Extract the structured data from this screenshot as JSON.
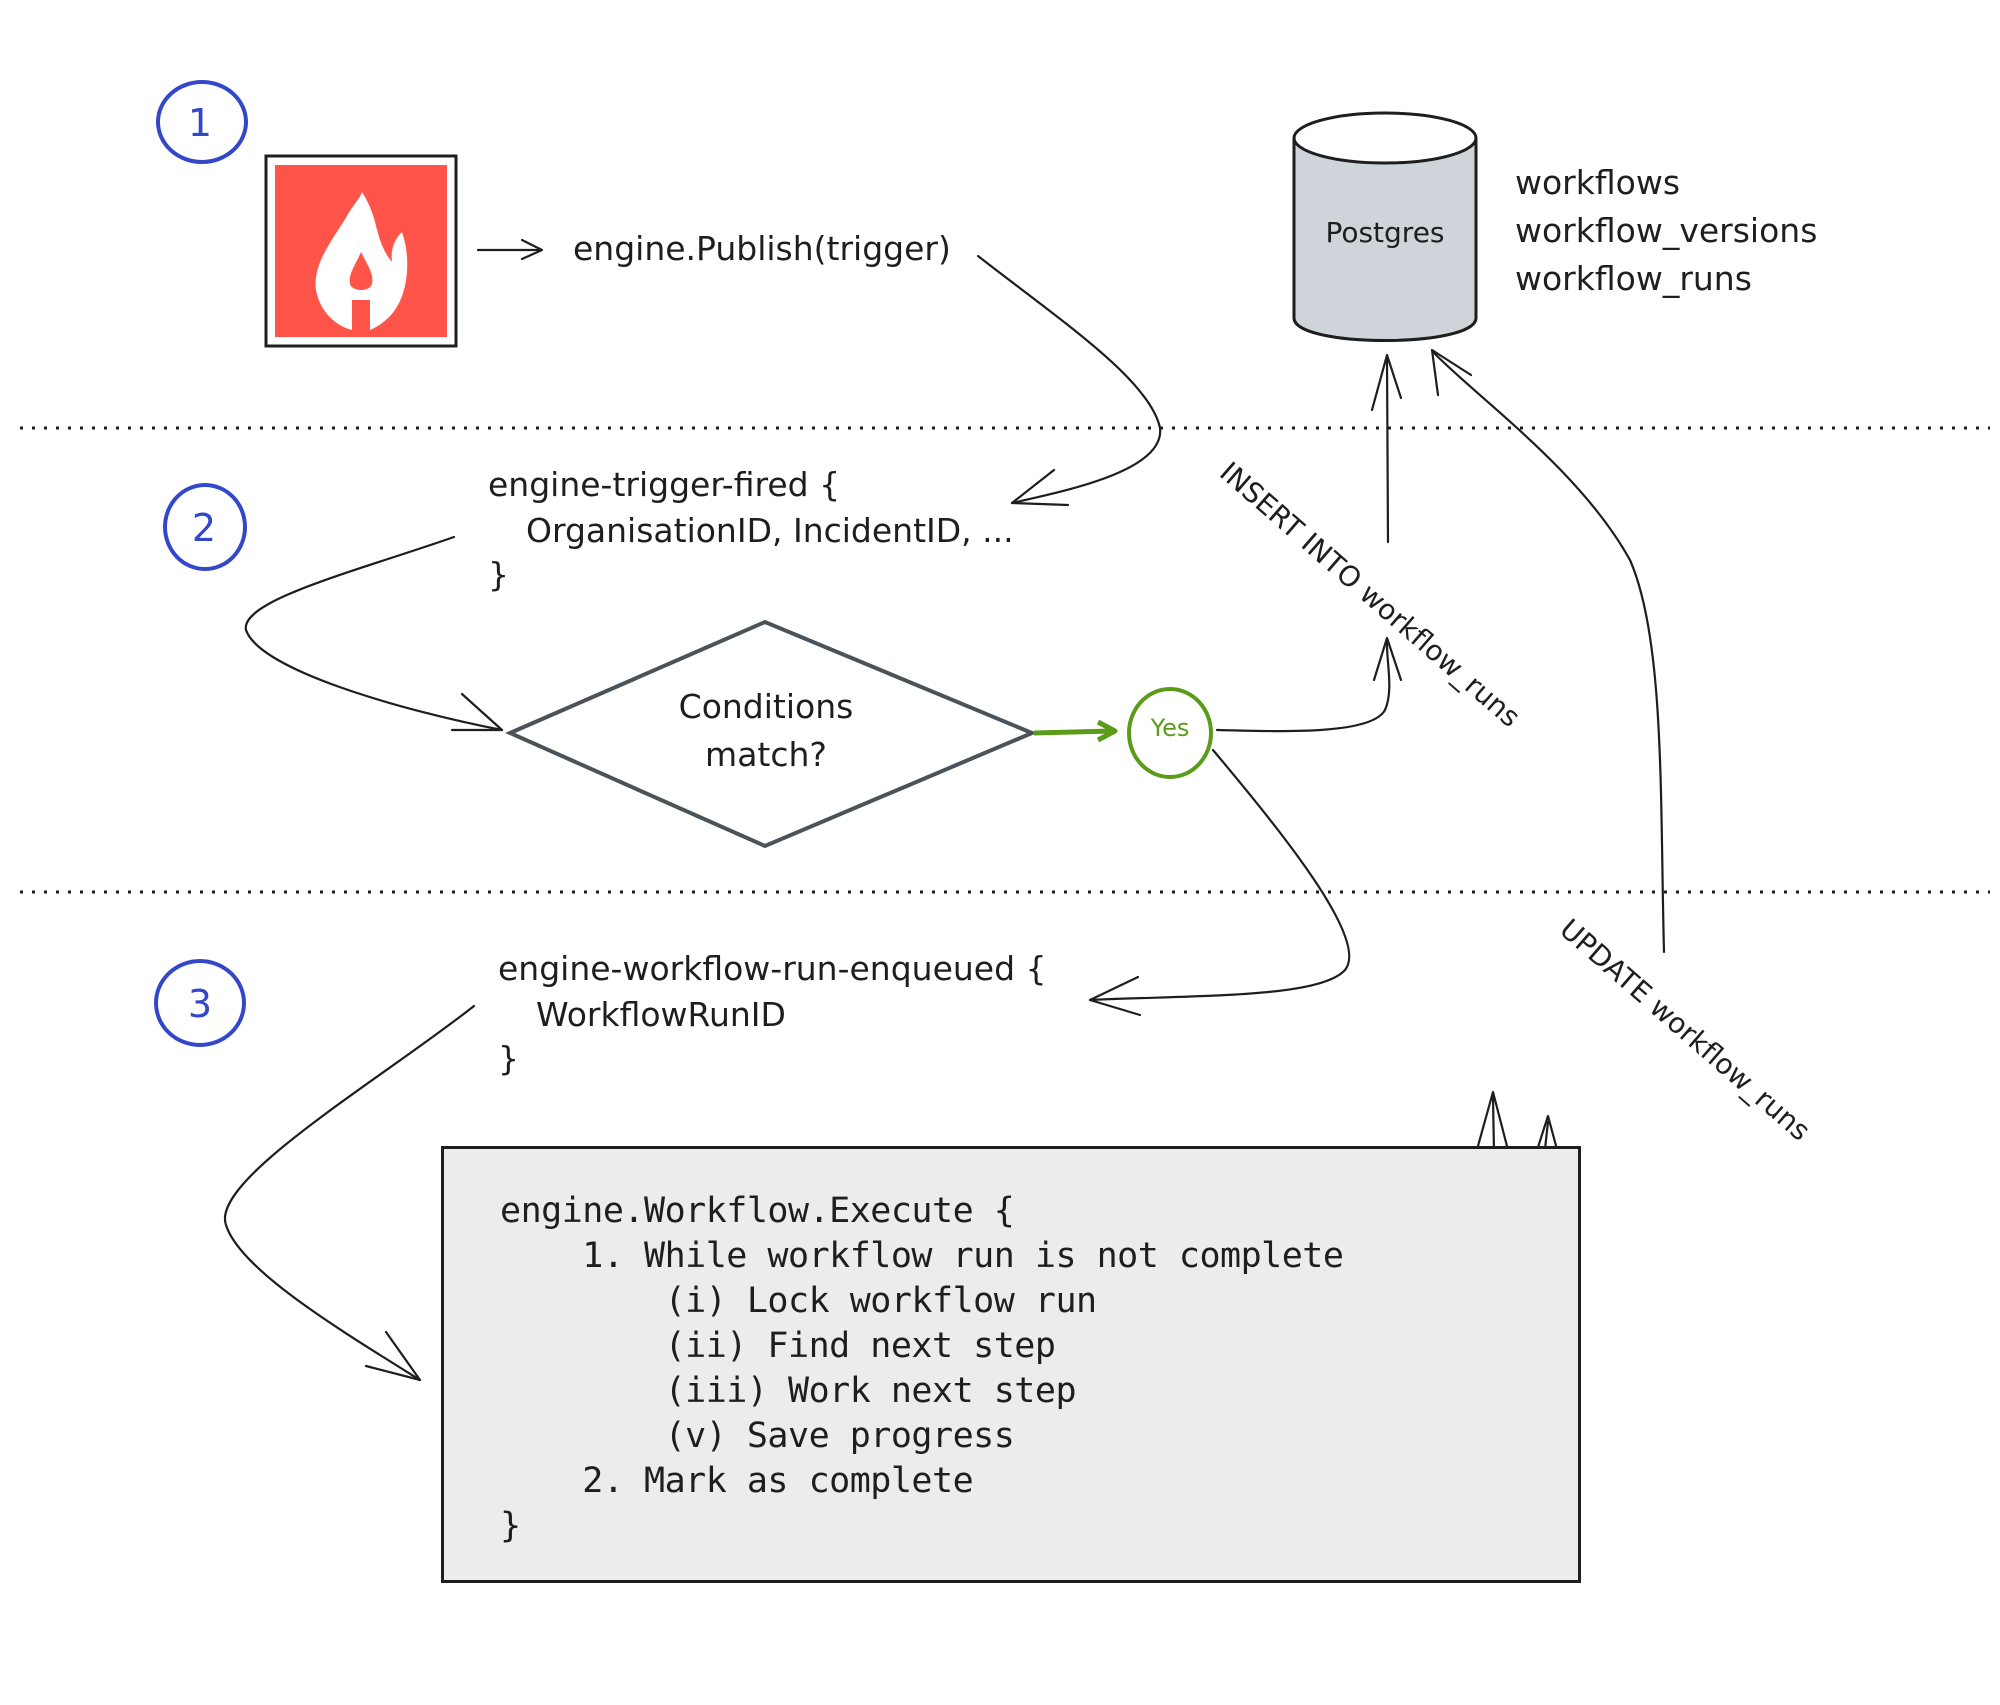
{
  "colors": {
    "badge": "#3347c9",
    "trigger_bg": "#ff5449",
    "db_fill": "#ced4da",
    "diamond_stroke": "#4b5258",
    "yes_green": "#5b9b1a",
    "code_bg": "#ececec",
    "ink": "#1e1e1e"
  },
  "steps": [
    {
      "number": "1"
    },
    {
      "number": "2"
    },
    {
      "number": "3"
    }
  ],
  "trigger": {
    "icon": "fire-icon"
  },
  "publish_call": "engine.Publish(trigger)",
  "database": {
    "label": "Postgres",
    "tables": [
      "workflows",
      "workflow_versions",
      "workflow_runs"
    ]
  },
  "trigger_fired_event": {
    "line1": "engine-trigger-fired {",
    "line2": "OrganisationID, IncidentID, ...",
    "line3": "}"
  },
  "decision": {
    "line1": "Conditions",
    "line2": "match?",
    "yes_label": "Yes"
  },
  "insert_label": "INSERT INTO workflow_runs",
  "update_label": "UPDATE workflow_runs",
  "enqueued_event": {
    "line1": "engine-workflow-run-enqueued {",
    "line2": "WorkflowRunID",
    "line3": "}"
  },
  "execute_block": {
    "lines": [
      "engine.Workflow.Execute {",
      "    1. While workflow run is not complete",
      "        (i) Lock workflow run",
      "        (ii) Find next step",
      "        (iii) Work next step",
      "        (v) Save progress",
      "    2. Mark as complete",
      "}"
    ]
  }
}
